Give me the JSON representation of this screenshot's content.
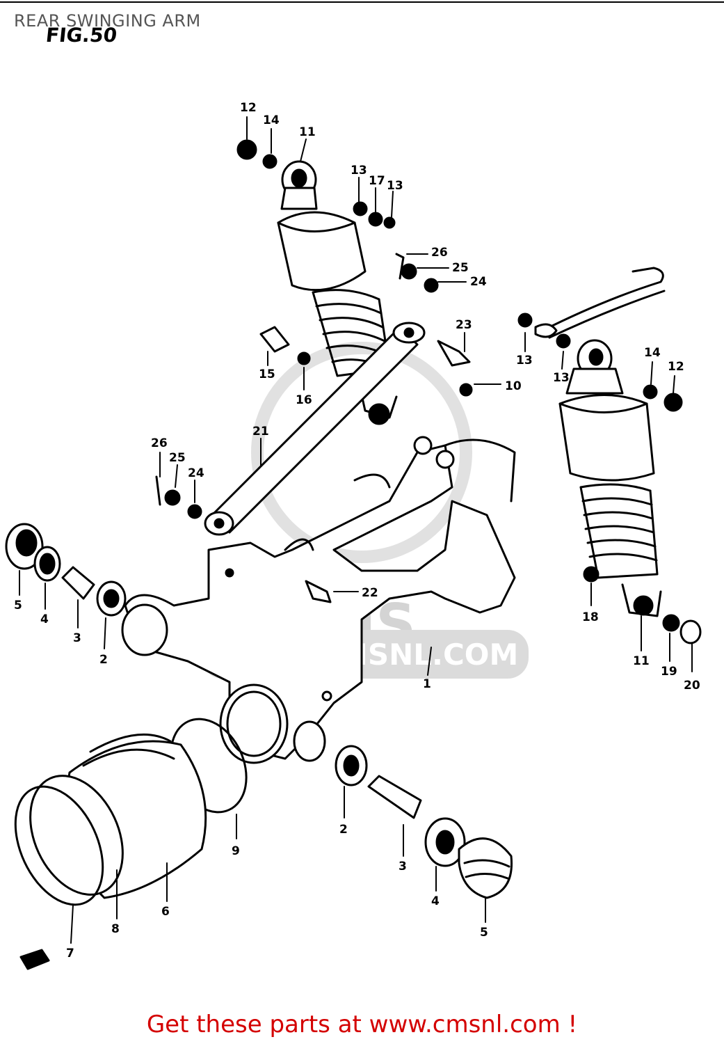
{
  "header": {
    "title": "REAR SWINGING ARM",
    "figure_label": "FIG.50"
  },
  "watermark": {
    "brand": "CMS",
    "url": "WWW.CMSNL.COM"
  },
  "footer": {
    "text": "Get these parts at www.cmsnl.com !"
  },
  "callouts": [
    {
      "id": "c12a",
      "text": "12"
    },
    {
      "id": "c14a",
      "text": "14"
    },
    {
      "id": "c11a",
      "text": "11"
    },
    {
      "id": "c13a",
      "text": "13"
    },
    {
      "id": "c17",
      "text": "17"
    },
    {
      "id": "c13b",
      "text": "13"
    },
    {
      "id": "c26a",
      "text": "26"
    },
    {
      "id": "c25a",
      "text": "25"
    },
    {
      "id": "c24a",
      "text": "24"
    },
    {
      "id": "c23",
      "text": "23"
    },
    {
      "id": "c13c",
      "text": "13"
    },
    {
      "id": "c13d",
      "text": "13"
    },
    {
      "id": "c14b",
      "text": "14"
    },
    {
      "id": "c12b",
      "text": "12"
    },
    {
      "id": "c15",
      "text": "15"
    },
    {
      "id": "c16",
      "text": "16"
    },
    {
      "id": "c10",
      "text": "10"
    },
    {
      "id": "c21",
      "text": "21"
    },
    {
      "id": "c26b",
      "text": "26"
    },
    {
      "id": "c25b",
      "text": "25"
    },
    {
      "id": "c24b",
      "text": "24"
    },
    {
      "id": "c22",
      "text": "22"
    },
    {
      "id": "c5a",
      "text": "5"
    },
    {
      "id": "c4a",
      "text": "4"
    },
    {
      "id": "c3a",
      "text": "3"
    },
    {
      "id": "c2a",
      "text": "2"
    },
    {
      "id": "c1",
      "text": "1"
    },
    {
      "id": "c18",
      "text": "18"
    },
    {
      "id": "c11b",
      "text": "11"
    },
    {
      "id": "c19",
      "text": "19"
    },
    {
      "id": "c20",
      "text": "20"
    },
    {
      "id": "c9",
      "text": "9"
    },
    {
      "id": "c2b",
      "text": "2"
    },
    {
      "id": "c3b",
      "text": "3"
    },
    {
      "id": "c4b",
      "text": "4"
    },
    {
      "id": "c5b",
      "text": "5"
    },
    {
      "id": "c6",
      "text": "6"
    },
    {
      "id": "c8",
      "text": "8"
    },
    {
      "id": "c7",
      "text": "7"
    }
  ]
}
